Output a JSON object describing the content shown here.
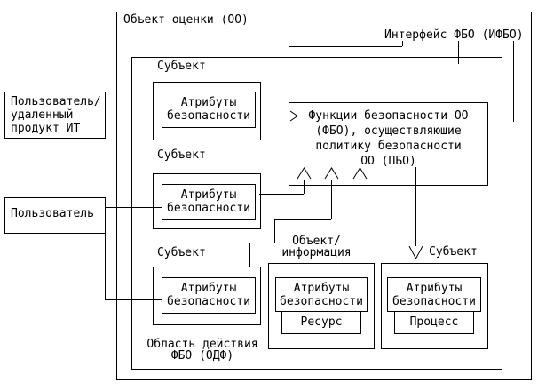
{
  "diagram": {
    "oo_label": "Объект оценки (ОО)",
    "ifbo_label": "Интерфейс ФБО (ИФБО)",
    "user_remote": {
      "l1": "Пользователь/",
      "l2": "удаленный",
      "l3": "продукт ИТ"
    },
    "user_label": "Пользователь",
    "subject_label": "Субъект",
    "attributes": {
      "l1": "Атрибуты",
      "l2": "безопасности"
    },
    "fbo_box": {
      "l1": "Функции безопасности ОО",
      "l2": "(ФБО), осуществляющие",
      "l3": "политику безопасности",
      "l4": "ОО (ПБО)"
    },
    "odf_label": {
      "l1": "Область действия",
      "l2": "ФБО (ОДФ)"
    },
    "object_info_label": {
      "l1": "Объект/",
      "l2": "информация"
    },
    "resource_label": "Ресурс",
    "process_label": "Процесс",
    "colors": {
      "line": "#000000",
      "background": "#ffffff"
    }
  }
}
